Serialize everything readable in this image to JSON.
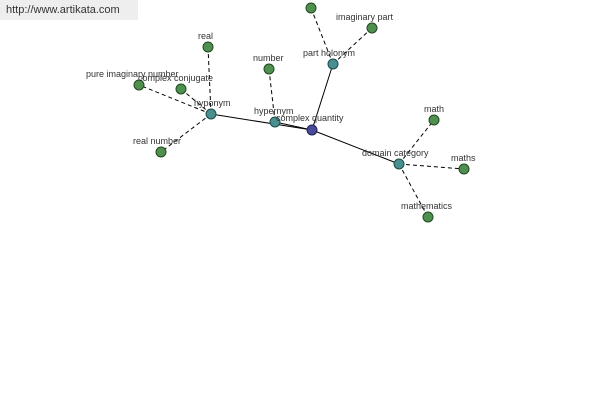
{
  "watermark": "http://www.artikata.com",
  "colors": {
    "center": "#4a4a9a",
    "relation": "#4a9090",
    "leaf": "#4f8f4f"
  },
  "graph": {
    "center": {
      "label": "complex quantity"
    },
    "relations": [
      {
        "id": "hyponym",
        "label": "hyponym"
      },
      {
        "id": "hypernym",
        "label": "hypernym"
      },
      {
        "id": "part_holonym",
        "label": "part holonym"
      },
      {
        "id": "domain_category",
        "label": "domain category"
      }
    ],
    "leaves": [
      {
        "id": "real",
        "label": "real",
        "relation": "hyponym"
      },
      {
        "id": "pure_imaginary_number",
        "label": "pure imaginary number",
        "relation": "hyponym"
      },
      {
        "id": "complex_conjugate",
        "label": "complex conjugate",
        "relation": "hyponym"
      },
      {
        "id": "real_number",
        "label": "real number",
        "relation": "hyponym"
      },
      {
        "id": "number",
        "label": "number",
        "relation": "hypernym"
      },
      {
        "id": "imaginary_part",
        "label": "imaginary part",
        "relation": "part_holonym"
      },
      {
        "id": "top_leaf",
        "label": "",
        "relation": "part_holonym"
      },
      {
        "id": "math",
        "label": "math",
        "relation": "domain_category"
      },
      {
        "id": "maths",
        "label": "maths",
        "relation": "domain_category"
      },
      {
        "id": "mathematics",
        "label": "mathematics",
        "relation": "domain_category"
      }
    ]
  }
}
